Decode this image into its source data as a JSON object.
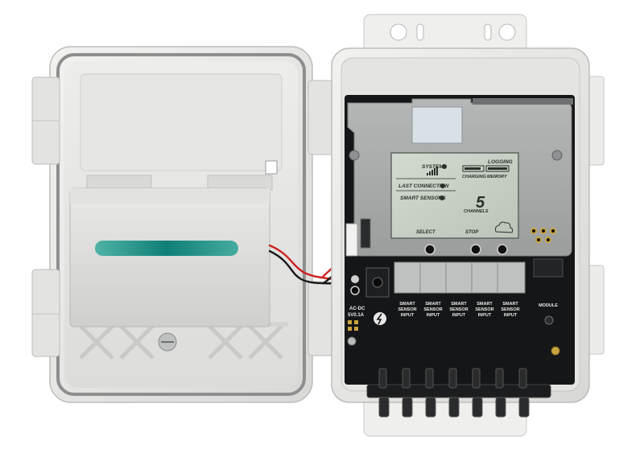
{
  "lcd": {
    "system": "SYSTEM",
    "logging": "LOGGING",
    "charging": "CHARGING",
    "memory": "MEMORY",
    "last_connection": "LAST CONNECTION",
    "smart_sensors": "SMART SENSORS",
    "channel_count": "5",
    "channels": "CHANNELS",
    "select": "SELECT",
    "stop": "STOP"
  },
  "board": {
    "power_label_1": "AC-DC",
    "power_label_2": "5V0.1A",
    "sensor_port_1": "SMART",
    "sensor_port_2": "SENSOR",
    "sensor_port_3": "INPUT",
    "module": "MODULE"
  },
  "colors": {
    "enclosure": "#e7e7e5",
    "board": "#151617",
    "lcd": "#c9d1c7",
    "battery_window": "#1e8f86"
  }
}
